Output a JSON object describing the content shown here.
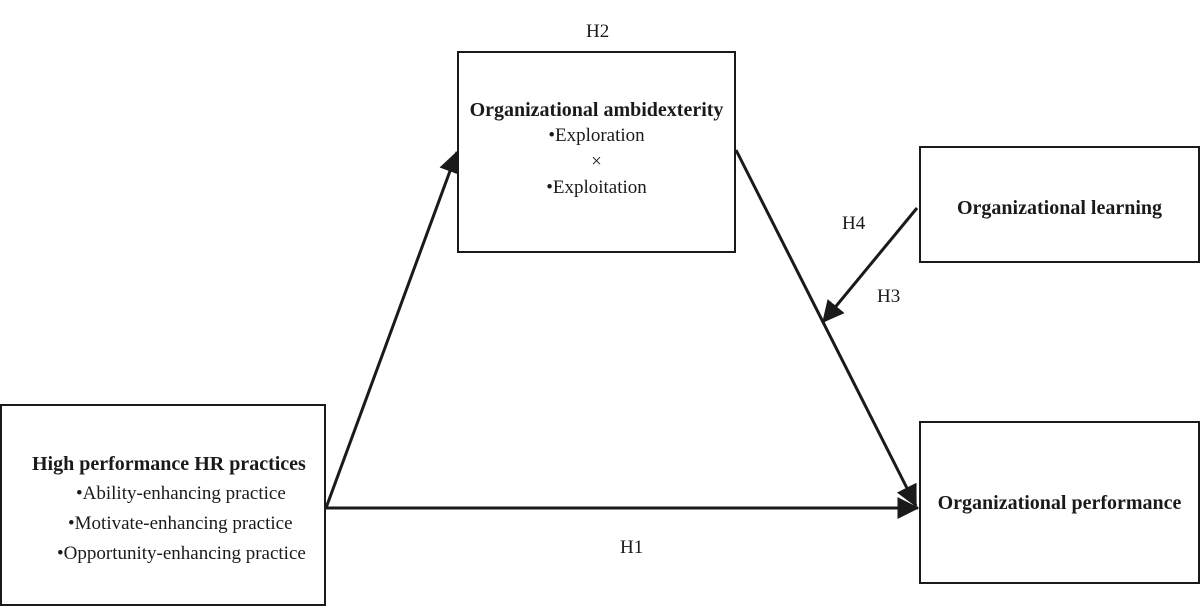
{
  "diagram": {
    "boxes": {
      "hr_practices": {
        "title": "High performance HR practices",
        "items": [
          "•Ability-enhancing practice",
          "•Motivate-enhancing practice",
          "•Opportunity-enhancing practice"
        ]
      },
      "ambidexterity": {
        "title": "Organizational ambidexterity",
        "items": [
          "•Exploration",
          "×",
          "•Exploitation"
        ]
      },
      "learning": {
        "title": "Organizational learning"
      },
      "performance": {
        "title": "Organizational performance"
      }
    },
    "hypotheses": {
      "h1": "H1",
      "h2": "H2",
      "h3": "H3",
      "h4": "H4"
    }
  }
}
